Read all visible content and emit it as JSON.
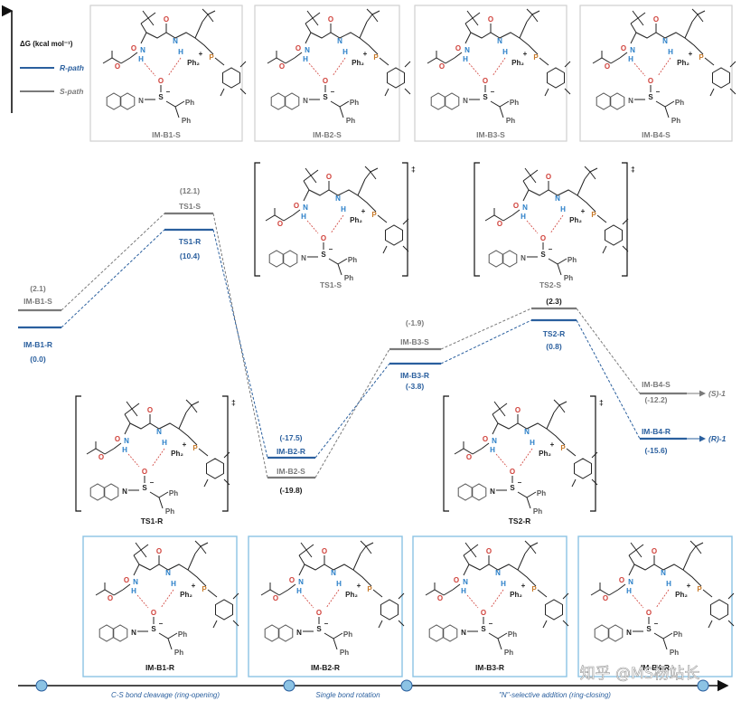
{
  "axis": {
    "label": "ΔG (kcal mol⁻¹)",
    "r_path": "R-path",
    "s_path": "S-path"
  },
  "colors": {
    "r_path": "#2a5f9e",
    "s_path": "#7a7a7a",
    "frame_r": "#8cc3e4",
    "frame_s": "#cfcfcf"
  },
  "top_boxes": [
    "IM-B1-S",
    "IM-B2-S",
    "IM-B3-S",
    "IM-B4-S"
  ],
  "bottom_boxes": [
    "IM-B1-R",
    "IM-B2-R",
    "IM-B3-R",
    "IM-B4-R"
  ],
  "ts_brackets": [
    "TS1-S",
    "TS2-S",
    "TS1-R",
    "TS2-R"
  ],
  "ts_mark": "‡",
  "levels": {
    "ib1s": {
      "name": "IM-B1-S",
      "value": "(2.1)"
    },
    "ib1r": {
      "name": "IM-B1-R",
      "value": "(0.0)"
    },
    "ts1s": {
      "name": "TS1-S",
      "value": "(12.1)"
    },
    "ts1r": {
      "name": "TS1-R",
      "value": "(10.4)"
    },
    "ib2r": {
      "name": "IM-B2-R",
      "value": "(-17.5)"
    },
    "ib2s": {
      "name": "IM-B2-S",
      "value": "(-19.8)"
    },
    "ib3s": {
      "name": "IM-B3-S",
      "value": "(-1.9)"
    },
    "ib3r": {
      "name": "IM-B3-R",
      "value": "(-3.8)"
    },
    "ts2s": {
      "value": "(2.3)"
    },
    "ts2r": {
      "name": "TS2-R",
      "value": "(0.8)"
    },
    "ib4s": {
      "name": "IM-B4-S",
      "value": "(-12.2)"
    },
    "ib4r": {
      "name": "IM-B4-R",
      "value": "(-15.6)"
    }
  },
  "products": {
    "s": "(S)-1",
    "r": "(R)-1"
  },
  "steps": [
    "C-S bond cleavage (ring-opening)",
    "Single bond rotation",
    "\"N\"-selective addition (ring-closing)"
  ],
  "atoms": {
    "o": "O",
    "n": "N",
    "h": "H",
    "s": "S",
    "p": "P",
    "ph": "Ph",
    "ph2": "Ph₂",
    "plus": "+",
    "minus": "–"
  },
  "watermark": "知乎 @MS杨站长"
}
